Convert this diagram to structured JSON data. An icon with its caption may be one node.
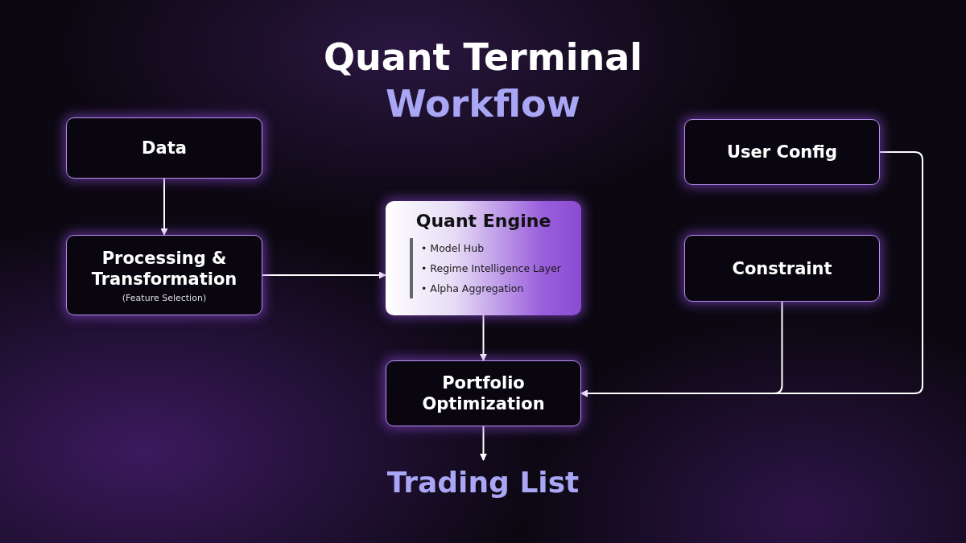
{
  "diagram": {
    "title": "Quant Terminal Workflow",
    "nodes": [
      {
        "text": [
          "Data"
        ]
      },
      {
        "text": [
          "Processing & Transformation",
          "(Feature Selection)"
        ]
      },
      {
        "text": [
          "Quant Engine",
          "• Model Hub",
          "• Regime Intelligence Layer",
          "• Alpha Aggregation"
        ]
      },
      {
        "text": [
          "User Config"
        ]
      },
      {
        "text": [
          "Constraint"
        ]
      },
      {
        "text": [
          "Portfolio Optimization"
        ]
      },
      {
        "text": [
          "Trading List"
        ]
      }
    ],
    "edges": [
      {
        "from": 0,
        "to": 1,
        "arrow": "to"
      },
      {
        "from": 1,
        "to": 2,
        "arrow": "to"
      },
      {
        "from": 2,
        "to": 5,
        "arrow": "to"
      },
      {
        "from": 3,
        "to": 5,
        "arrow": "to"
      },
      {
        "from": 4,
        "to": 5,
        "arrow": "to"
      },
      {
        "from": 5,
        "to": 6,
        "arrow": "to"
      }
    ]
  }
}
